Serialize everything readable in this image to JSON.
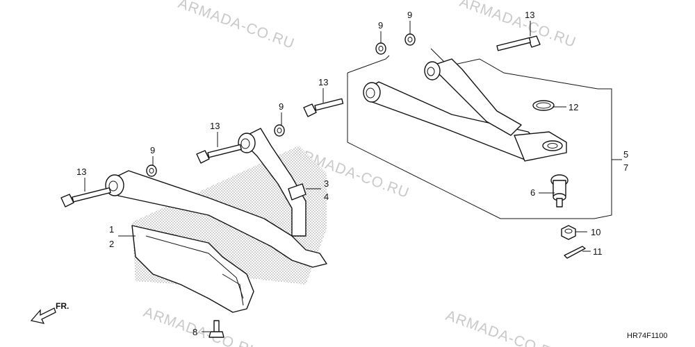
{
  "diagram": {
    "code": "HR74F1100",
    "direction_label": "FR.",
    "watermark": "ARMADA-CO.RU",
    "callouts": [
      {
        "id": "c1",
        "text": "1"
      },
      {
        "id": "c2",
        "text": "2"
      },
      {
        "id": "c3",
        "text": "3"
      },
      {
        "id": "c4",
        "text": "4"
      },
      {
        "id": "c5",
        "text": "5"
      },
      {
        "id": "c6",
        "text": "6"
      },
      {
        "id": "c7",
        "text": "7"
      },
      {
        "id": "c8",
        "text": "8"
      },
      {
        "id": "c9a",
        "text": "9"
      },
      {
        "id": "c9b",
        "text": "9"
      },
      {
        "id": "c9c",
        "text": "9"
      },
      {
        "id": "c9d",
        "text": "9"
      },
      {
        "id": "c10",
        "text": "10"
      },
      {
        "id": "c11",
        "text": "11"
      },
      {
        "id": "c12",
        "text": "12"
      },
      {
        "id": "c13a",
        "text": "13"
      },
      {
        "id": "c13b",
        "text": "13"
      },
      {
        "id": "c13c",
        "text": "13"
      },
      {
        "id": "c13d",
        "text": "13"
      }
    ]
  }
}
